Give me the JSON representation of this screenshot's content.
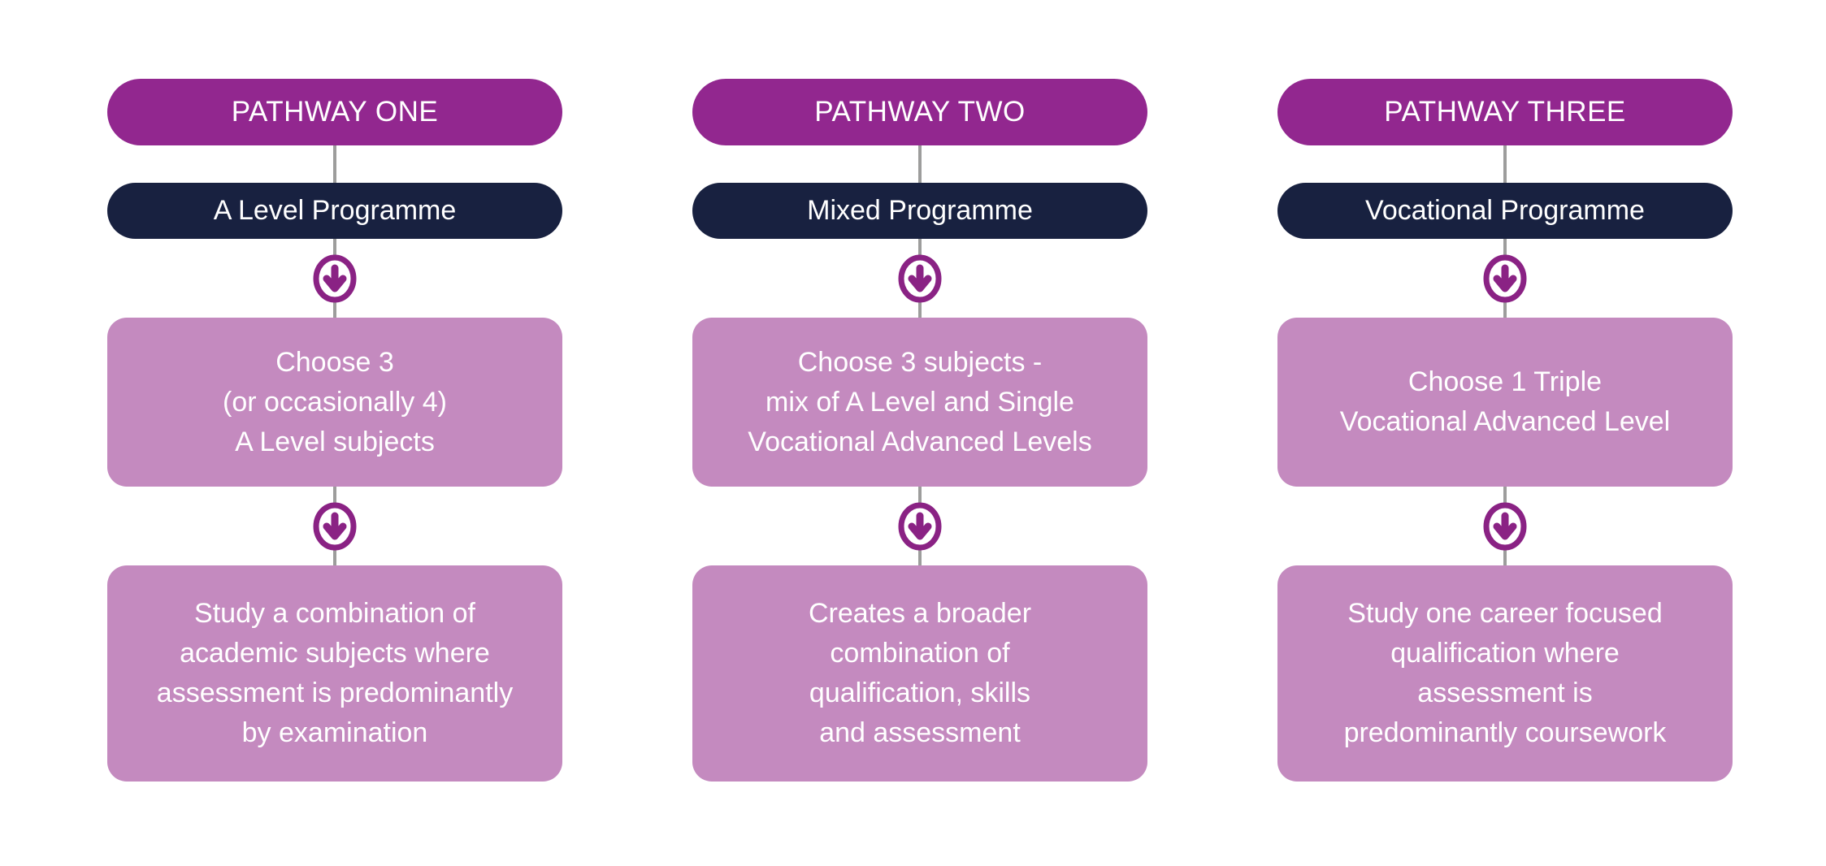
{
  "diagram": {
    "columns": [
      {
        "header": "PATHWAY ONE",
        "programme": "A Level Programme",
        "choose": "Choose 3\n(or occasionally 4)\nA Level subjects",
        "description": "Study a combination of\nacademic subjects where\nassessment is predominantly\nby examination"
      },
      {
        "header": "PATHWAY TWO",
        "programme": "Mixed Programme",
        "choose": "Choose 3 subjects -\nmix of A Level and Single\nVocational Advanced Levels",
        "description": "Creates a broader\ncombination of\nqualification, skills\nand assessment"
      },
      {
        "header": "PATHWAY THREE",
        "programme": "Vocational Programme",
        "choose": "Choose 1 Triple\nVocational Advanced Level",
        "description": "Study one career focused\nqualification where\nassessment is\npredominantly coursework"
      }
    ]
  },
  "icons": {
    "arrow_down": "circled-down-arrow"
  },
  "colors": {
    "header-purple": "#92278F",
    "navy": "#182140",
    "mauve": "#C48ABF",
    "arrow-purple": "#8A2284",
    "connector-gray": "#9D9D9C",
    "text-white": "#FFFFFF",
    "background": "#FFFFFF"
  }
}
